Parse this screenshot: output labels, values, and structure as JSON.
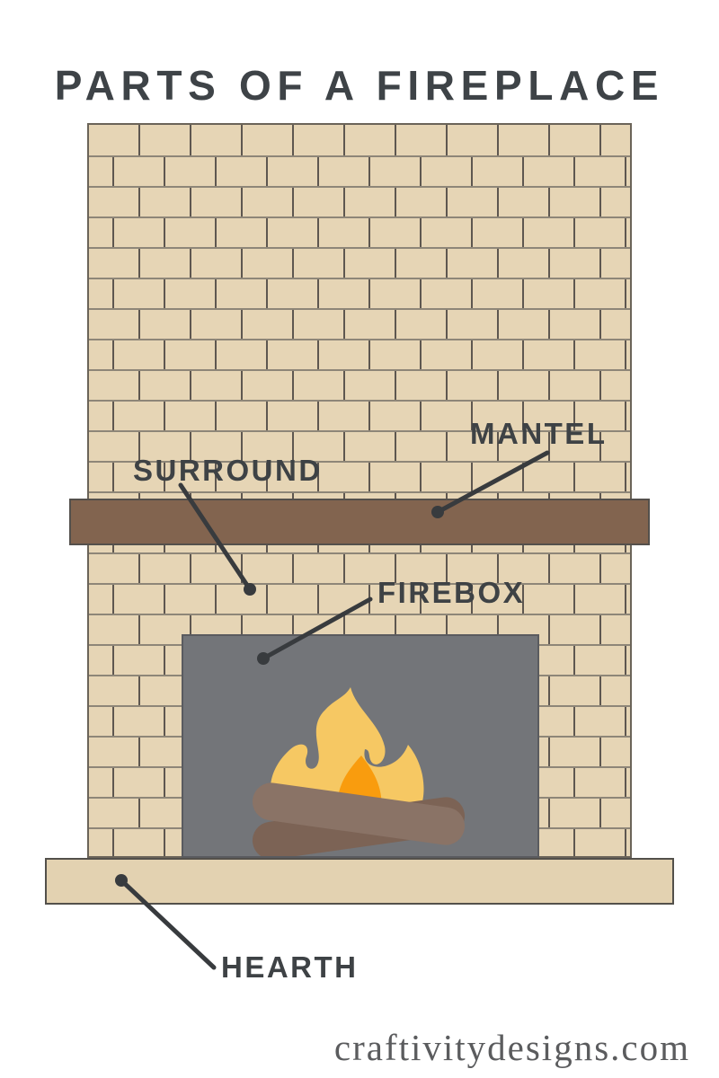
{
  "title": "PARTS OF A FIREPLACE",
  "watermark": "craftivitydesigns.com",
  "labels": {
    "mantel": "MANTEL",
    "surround": "SURROUND",
    "firebox": "FIREBOX",
    "hearth": "HEARTH"
  },
  "colors": {
    "background": "#ffffff",
    "brick_fill": "#e6d5b5",
    "mortar_horizontal": "#8e8678",
    "mortar_vertical": "#5e5750",
    "wall_outline": "#6b6459",
    "mantel_fill": "#82644f",
    "mantel_outline": "#54504c",
    "firebox_fill": "#737579",
    "firebox_outline": "#5a5b5f",
    "hearth_fill": "#e3d2b1",
    "hearth_outline": "#53504b",
    "flame_outer": "#f6c863",
    "flame_inner": "#f99c0e",
    "log_light": "#8a7366",
    "log_dark": "#7c6355",
    "label_text": "#3e4245",
    "leader_line": "#383b3e",
    "title_text": "#3e4347",
    "watermark_text": "#5b5c5e"
  }
}
